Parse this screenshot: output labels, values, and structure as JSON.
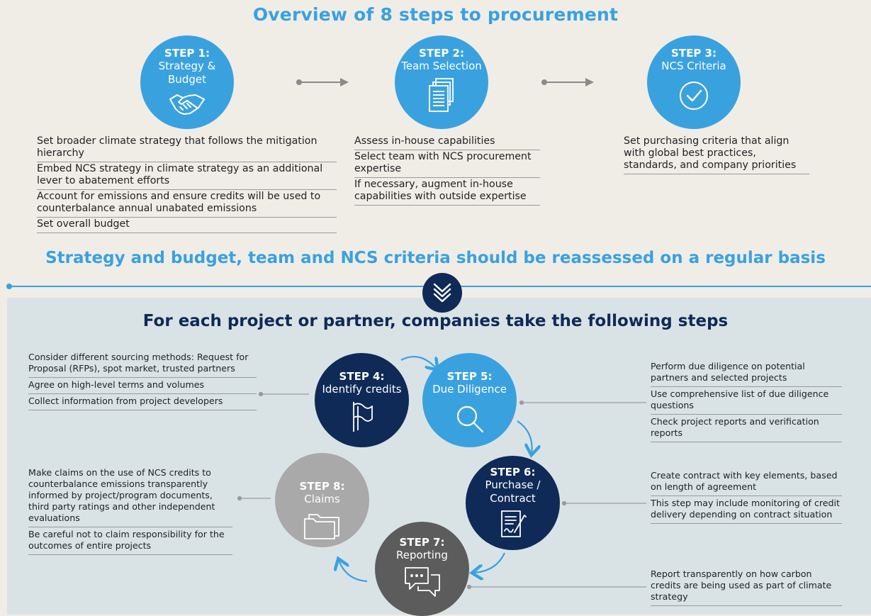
{
  "title": "Overview of 8 steps to procurement",
  "reassess_text": "Strategy and budget, team and NCS criteria should be reassessed on a regular basis",
  "subtitle": "For each project or partner, companies take the following steps",
  "colors": {
    "light_blue": "#3aa1df",
    "navy": "#0f2a57",
    "dark_gray": "#5c5c5c",
    "light_gray": "#a9a9a9"
  },
  "steps": {
    "s1": {
      "step": "STEP 1:",
      "name_line1": "Strategy &",
      "name_line2": "Budget",
      "icon": "handshake-icon",
      "items": [
        "Set broader climate strategy that follows the mitigation hierarchy",
        "Embed NCS strategy in climate strategy as an additional lever to abatement efforts",
        "Account for emissions and ensure credits will be used to counterbalance annual unabated emissions",
        "Set overall budget"
      ]
    },
    "s2": {
      "step": "STEP 2:",
      "name": "Team Selection",
      "icon": "documents-icon",
      "items": [
        "Assess in-house capabilities",
        "Select team with NCS procurement expertise",
        "If necessary, augment in-house capabilities with outside expertise"
      ]
    },
    "s3": {
      "step": "STEP 3:",
      "name": "NCS Criteria",
      "icon": "checkmark-icon",
      "items": [
        "Set purchasing criteria that align with global best practices, standards, and company priorities"
      ]
    },
    "s4": {
      "step": "STEP 4:",
      "name": "Identify credits",
      "icon": "flag-icon",
      "items": [
        "Consider different sourcing methods: Request for Proposal (RFPs), spot market, trusted partners",
        "Agree on high-level terms and volumes",
        "Collect information from project developers"
      ]
    },
    "s5": {
      "step": "STEP 5:",
      "name": "Due Diligence",
      "icon": "magnifier-icon",
      "items": [
        "Perform due diligence on potential partners and selected projects",
        "Use comprehensive list of due diligence questions",
        "Check project reports and verification reports"
      ]
    },
    "s6": {
      "step": "STEP 6:",
      "name_line1": "Purchase /",
      "name_line2": "Contract",
      "icon": "contract-icon",
      "items": [
        "Create contract with key elements, based on length of agreement",
        "This step may include monitoring of credit delivery depending on contract situation"
      ]
    },
    "s7": {
      "step": "STEP 7:",
      "name": "Reporting",
      "icon": "chat-icon",
      "items": [
        "Report transparently on how carbon credits are being used as part of climate strategy"
      ]
    },
    "s8": {
      "step": "STEP 8:",
      "name": "Claims",
      "icon": "folder-icon",
      "items": [
        "Make claims on the use of NCS credits to counterbalance emissions transparently informed by project/program documents, third party ratings and other independent evaluations",
        "Be careful not to claim responsibility for the outcomes of entire projects"
      ]
    }
  }
}
